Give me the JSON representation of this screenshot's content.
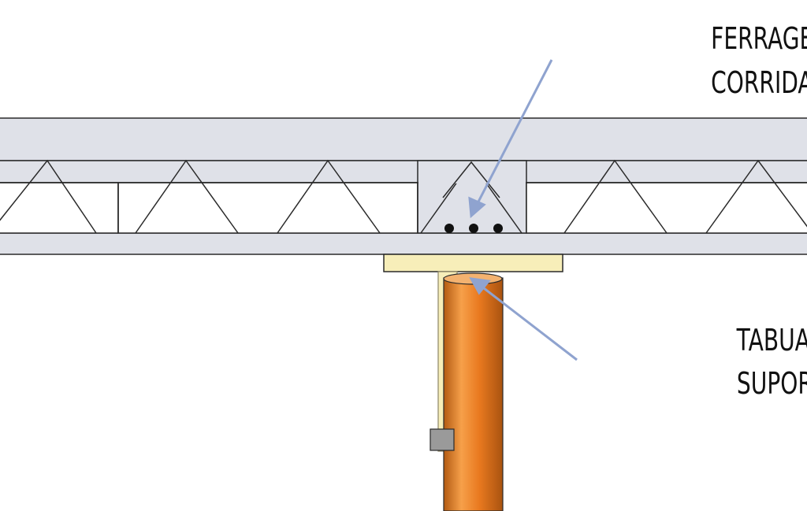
{
  "labels": {
    "rebar_line1": "FERRAGEM",
    "rebar_line2": "CORRIDA",
    "board_line1": "TABUA",
    "board_line2": "SUPORTE"
  },
  "colors": {
    "concrete": "#dfe1e8",
    "outline": "#2a2a2a",
    "wood": "#f7eeb9",
    "wood_edge": "#8c8566",
    "pipe": "#e9791f",
    "pipe_highlight": "#f6a04a",
    "pipe_shadow": "#b35a12",
    "arrow": "#8fa3cf",
    "rebar": "#111111",
    "clamp": "#9a9a9a"
  }
}
